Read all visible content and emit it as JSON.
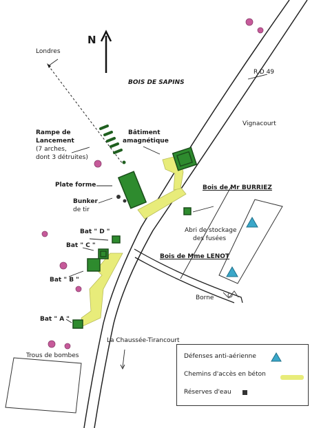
{
  "north": "N",
  "title": "BOIS DE SAPINS",
  "labels": {
    "londres": "Londres",
    "rd": "R.D 49",
    "vignacourt": "Vignacourt",
    "rampe_1": "Rampe de",
    "rampe_2": "Lancement",
    "rampe_3": "(7 arches,",
    "rampe_4": "dont 3 détruites)",
    "batiment_1": "Bâtiment",
    "batiment_2": "amagnétique",
    "plate_forme": "Plate forme",
    "bunker_1": "Bunker",
    "bunker_2": "de tir",
    "bois_burriez": "Bois de Mr BURRIEZ",
    "abri_1": "Abri de stockage",
    "abri_2": "des fusées",
    "bat_d": "Bat \" D \"",
    "bat_c": "Bat \" C \"",
    "bat_b": "Bat \" B \"",
    "bat_a": "Bat \" A \"",
    "bois_lenot": "Bois de Mme LENOT",
    "borne": "Borne",
    "chaussee": "La Chaussée-Tirancourt",
    "trous": "Trous de bombes"
  },
  "legend": {
    "aa": "Défenses anti-aérienne",
    "chemins": "Chemins d'accès en béton",
    "reserves": "Réserves d'eau"
  },
  "colors": {
    "building": "#2e8b2e",
    "building_dark": "#1f5f1f",
    "path": "#e8ec7a",
    "crater": "#c65a9a",
    "aa": "#3aa7c9",
    "line": "#222222"
  }
}
